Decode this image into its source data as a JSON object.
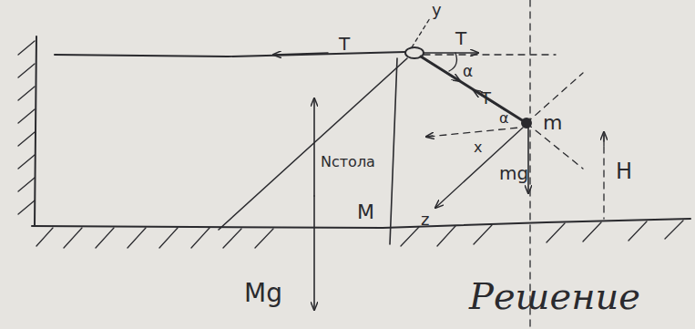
{
  "diagram": {
    "labels": [
      "T",
      "y",
      "T",
      "α",
      "T",
      "α",
      "m",
      "x",
      "Nстола",
      "H",
      "mg",
      "z",
      "M",
      "Mg",
      "Решение"
    ]
  }
}
